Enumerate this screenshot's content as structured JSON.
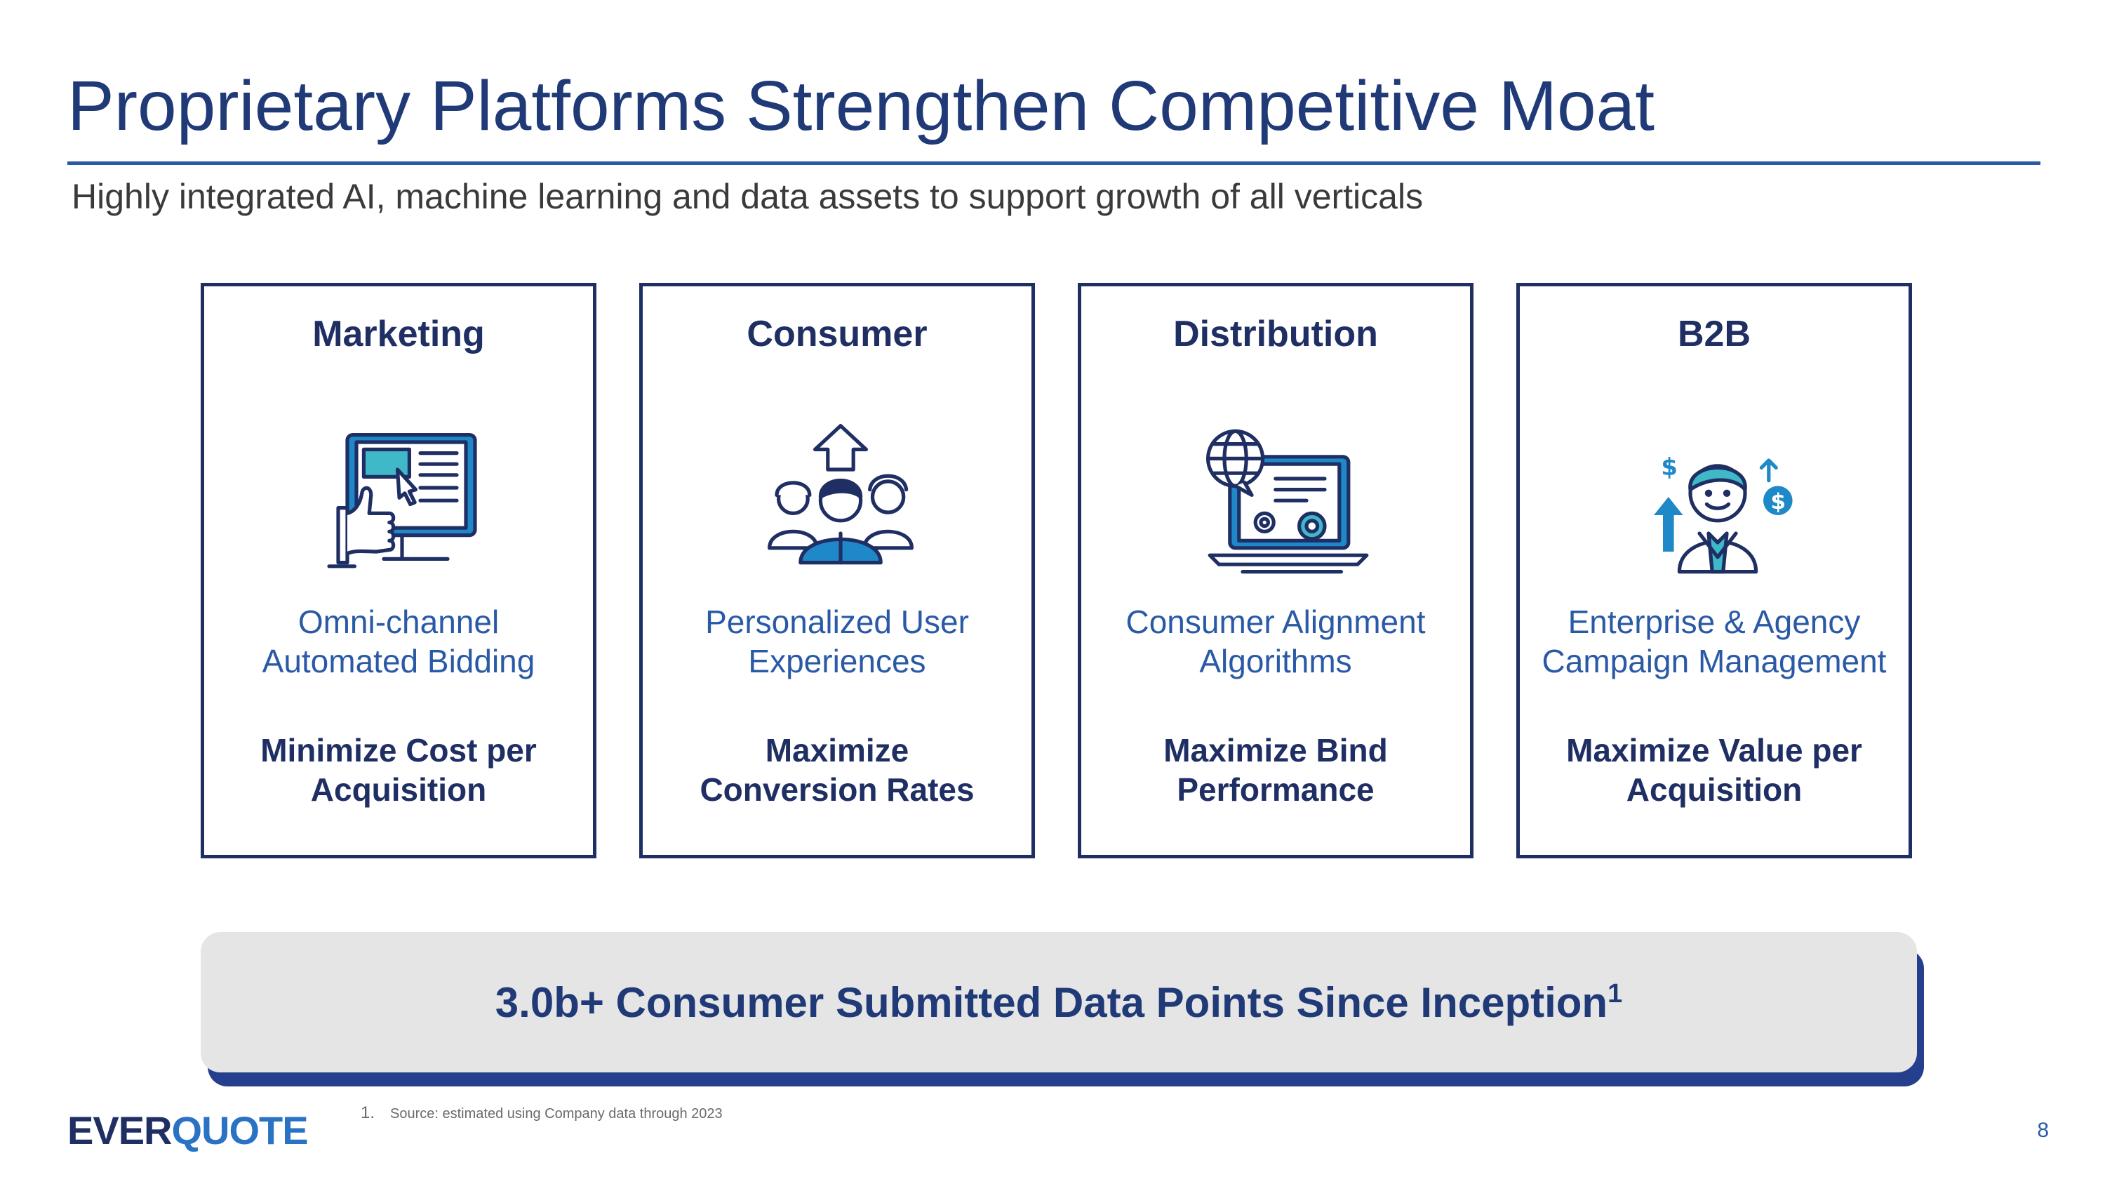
{
  "slide": {
    "title": "Proprietary Platforms Strengthen Competitive Moat",
    "subtitle": "Highly integrated AI, machine learning and data assets to support growth of all verticals",
    "page_number": "8"
  },
  "cards": [
    {
      "title": "Marketing",
      "icon": "digital-ad-thumbs-up-icon",
      "platform_line1": "Omni-channel",
      "platform_line2": "Automated Bidding",
      "goal_line1": "Minimize Cost per",
      "goal_line2": "Acquisition"
    },
    {
      "title": "Consumer",
      "icon": "consumer-group-growth-icon",
      "platform_line1": "Personalized User",
      "platform_line2": "Experiences",
      "goal_line1": "Maximize",
      "goal_line2": "Conversion Rates"
    },
    {
      "title": "Distribution",
      "icon": "global-laptop-gears-icon",
      "platform_line1": "Consumer Alignment",
      "platform_line2": "Algorithms",
      "goal_line1": "Maximize Bind",
      "goal_line2": "Performance"
    },
    {
      "title": "B2B",
      "icon": "businessman-revenue-icon",
      "platform_line1": "Enterprise & Agency",
      "platform_line2": "Campaign Management",
      "goal_line1": "Maximize Value per",
      "goal_line2": "Acquisition"
    }
  ],
  "banner": {
    "text": "3.0b+ Consumer Submitted Data Points Since Inception",
    "superscript": "1"
  },
  "footnote": {
    "number": "1.",
    "text": "Source: estimated using Company data through 2023"
  },
  "logo": {
    "part1": "EVER",
    "part2": "QUOTE"
  },
  "colors": {
    "navy": "#1f2f63",
    "title_blue": "#203a78",
    "accent_blue": "#2a5aa6",
    "icon_blue": "#1e88c8",
    "icon_teal": "#3fb8c8",
    "banner_bg": "#e5e5e5"
  }
}
